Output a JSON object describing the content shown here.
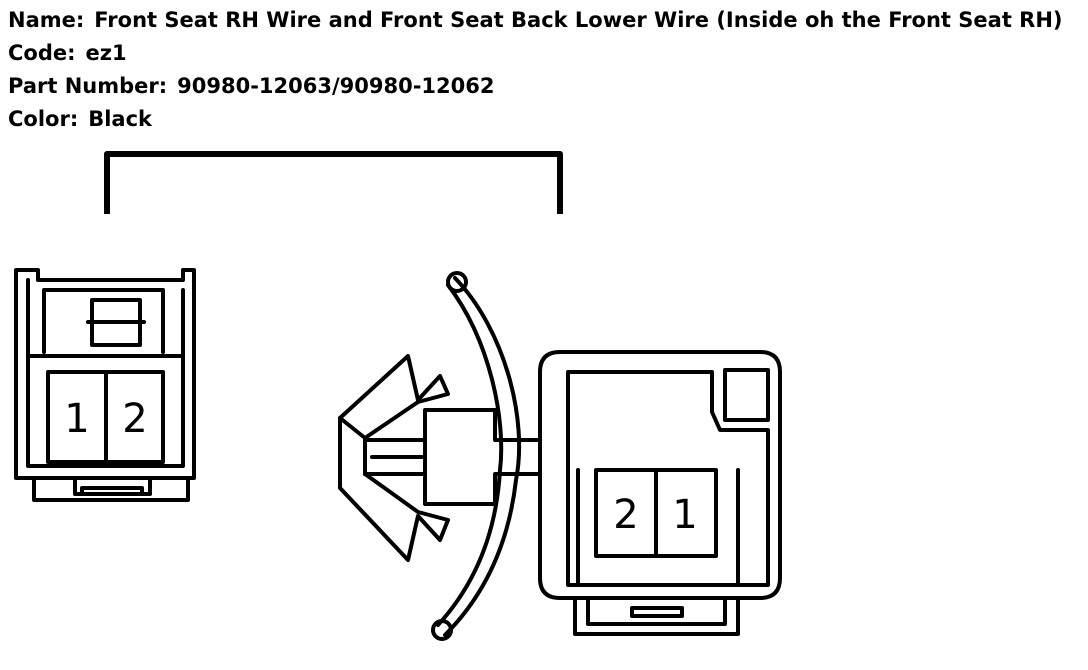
{
  "info": {
    "name_label": "Name:",
    "name_value": "Front Seat RH Wire and Front Seat Back Lower Wire (Inside oh the Front Seat RH)",
    "code_label": "Code:",
    "code_value": "ez1",
    "part_label": "Part Number:",
    "part_value": "90980-12063/90980-12062",
    "color_label": "Color:",
    "color_value": "Black"
  },
  "connector_left": {
    "pins": [
      "1",
      "2"
    ]
  },
  "connector_right": {
    "pins": [
      "2",
      "1"
    ]
  },
  "colors": {
    "line": "#000000",
    "background": "#ffffff"
  }
}
